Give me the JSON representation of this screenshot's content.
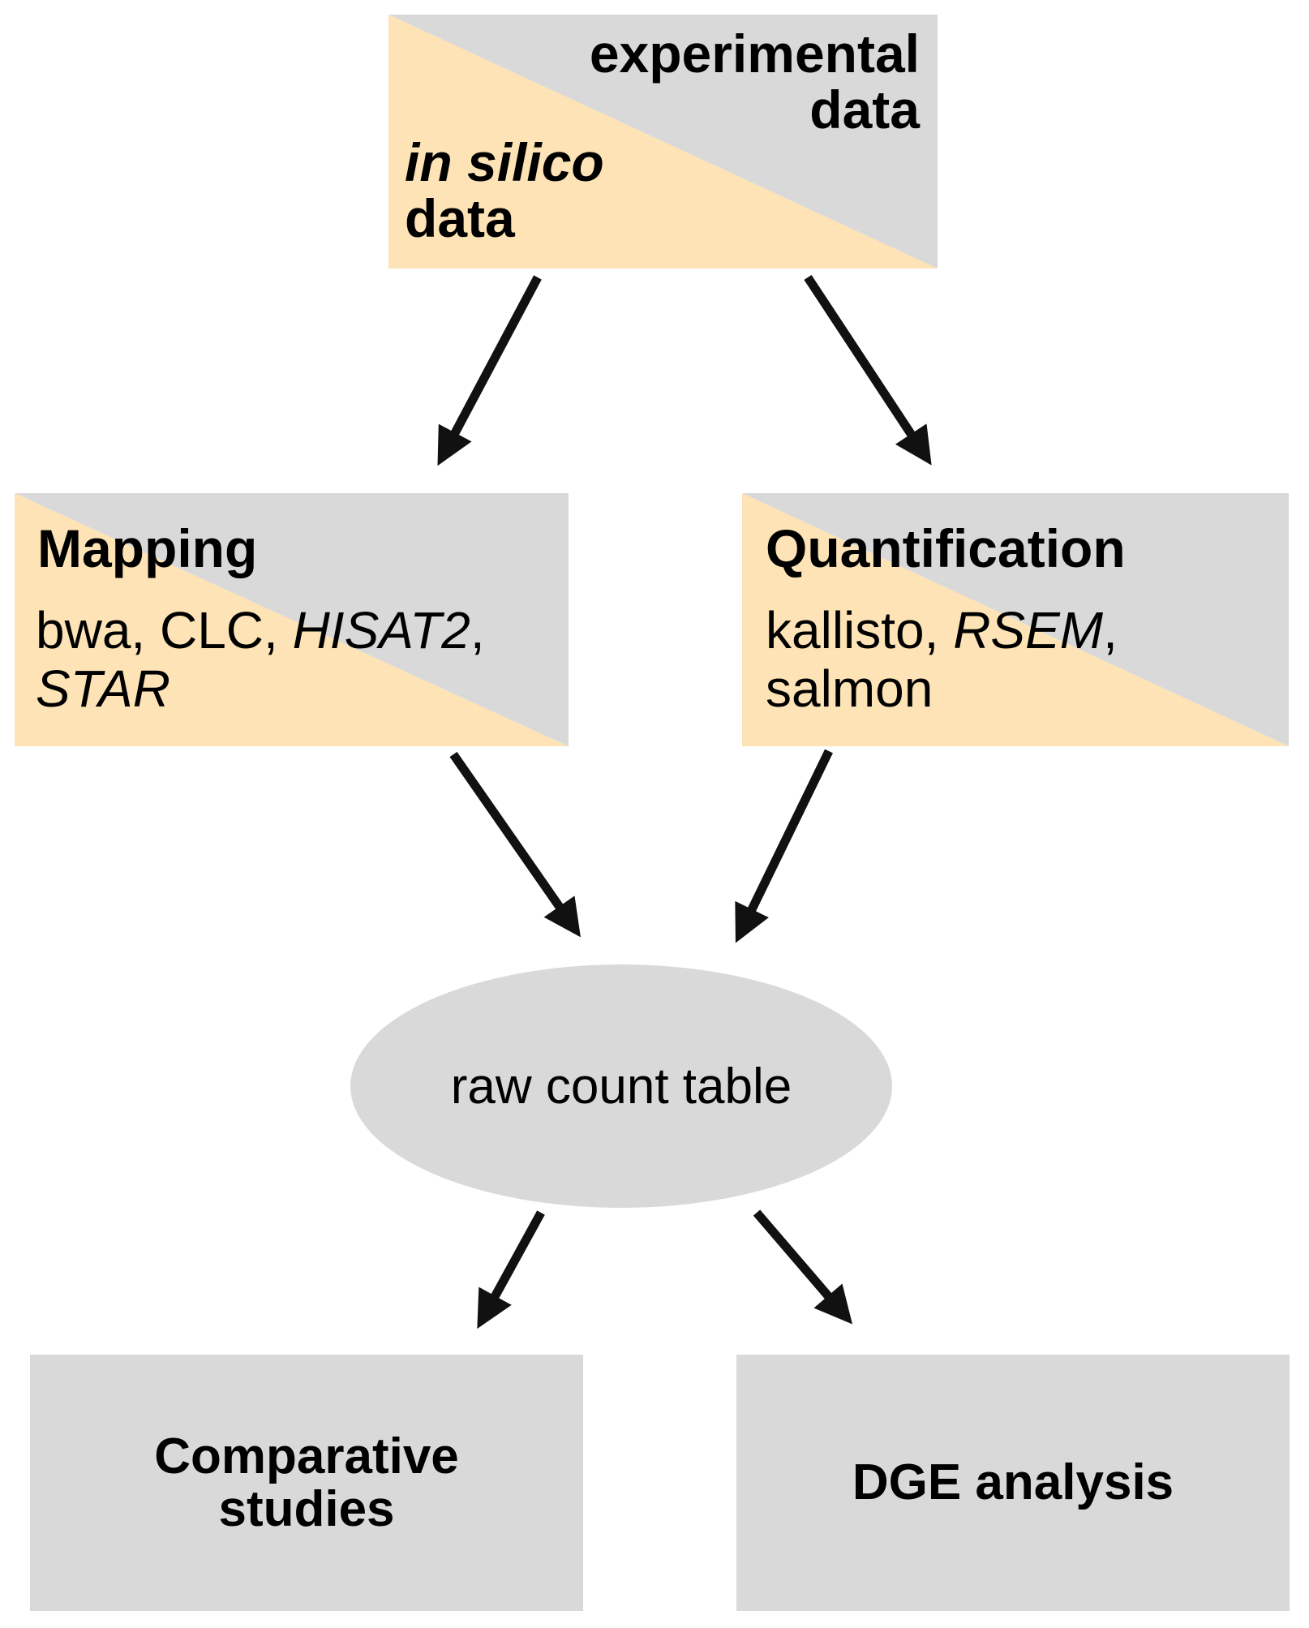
{
  "colors": {
    "grey": "#d9d9d9",
    "peach": "#fde3b5",
    "arrow": "#111111"
  },
  "top_box": {
    "line1": "experimental",
    "line2": "data",
    "line3": "in silico",
    "line4": "data"
  },
  "mapping_box": {
    "title": "Mapping",
    "tool1": "bwa, CLC, ",
    "tool2": "HISAT2",
    "tool3": ",",
    "tool4": "STAR"
  },
  "quant_box": {
    "title": "Quantification",
    "tool1": "kallisto, ",
    "tool2": "RSEM",
    "tool3": ",",
    "tool4": "salmon"
  },
  "center_node": {
    "label": "raw count table"
  },
  "outputs": {
    "left_line1": "Comparative",
    "left_line2": "studies",
    "right": "DGE analysis"
  }
}
